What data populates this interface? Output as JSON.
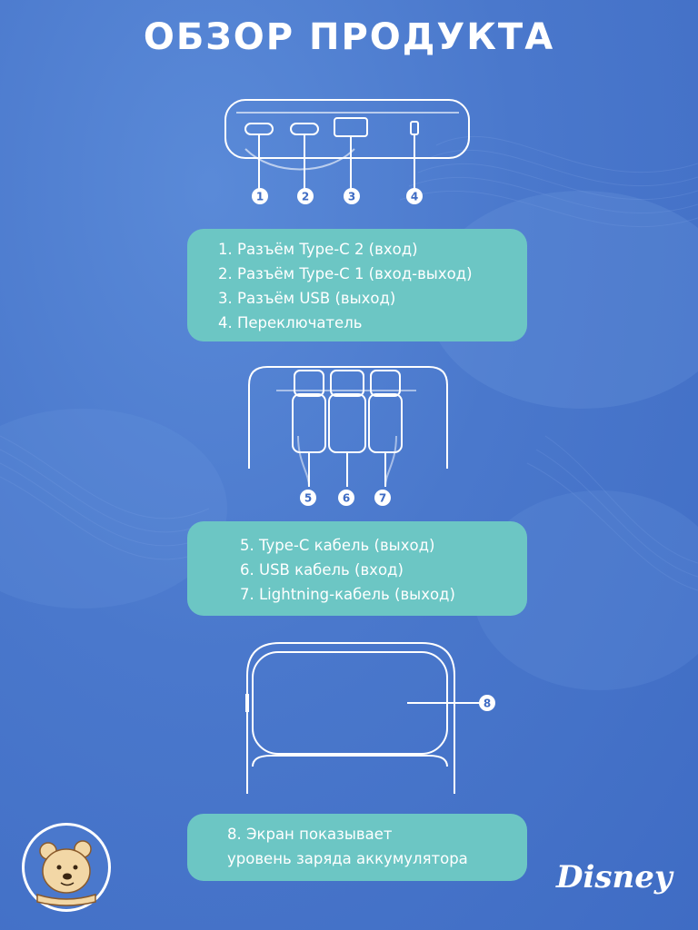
{
  "header": {
    "title": "ОБЗОР ПРОДУКТА"
  },
  "markers": [
    "1",
    "2",
    "3",
    "4",
    "5",
    "6",
    "7",
    "8"
  ],
  "panel1": {
    "lines": [
      "1. Разъём Type-C 2 (вход)",
      "2. Разъём Type-C 1 (вход-выход)",
      "3. Разъём USB (выход)",
      "4. Переключатель"
    ]
  },
  "panel2": {
    "lines": [
      "5. Type-C кабель (выход)",
      "6. USB кабель (вход)",
      "7. Lightning-кабель (выход)"
    ]
  },
  "panel3": {
    "lines": [
      "8. Экран показывает",
      "уровень заряда аккумулятора"
    ]
  },
  "brand": {
    "logo": "Disney",
    "mascot_icon": "winnie-the-pooh-icon"
  },
  "colors": {
    "background": "#4a78cc",
    "panel": "#6cc6c4",
    "text": "#ffffff"
  }
}
